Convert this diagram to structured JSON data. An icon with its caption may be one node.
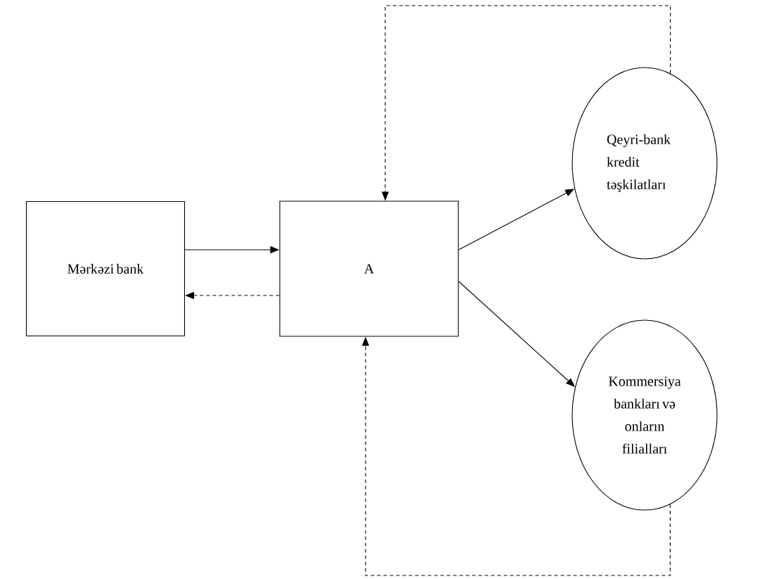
{
  "diagram": {
    "nodes": [
      {
        "text": [
          "Mərkəzi bank"
        ]
      },
      {
        "text": [
          "A"
        ]
      },
      {
        "text": [
          "Qeyri-bank kredit təşkilatları"
        ]
      },
      {
        "text": [
          "Kommersiya bankları və onların filialları"
        ]
      }
    ],
    "edges": [
      {
        "from": 0,
        "to": 1,
        "arrow": "to"
      },
      {
        "from": 1,
        "to": 0,
        "arrow": "to",
        "style": "dashed"
      },
      {
        "from": 1,
        "to": 2,
        "arrow": "to"
      },
      {
        "from": 1,
        "to": 3,
        "arrow": "to"
      },
      {
        "from": 2,
        "to": 1,
        "arrow": "to",
        "style": "dashed"
      },
      {
        "from": 3,
        "to": 1,
        "arrow": "to",
        "style": "dashed"
      }
    ]
  }
}
